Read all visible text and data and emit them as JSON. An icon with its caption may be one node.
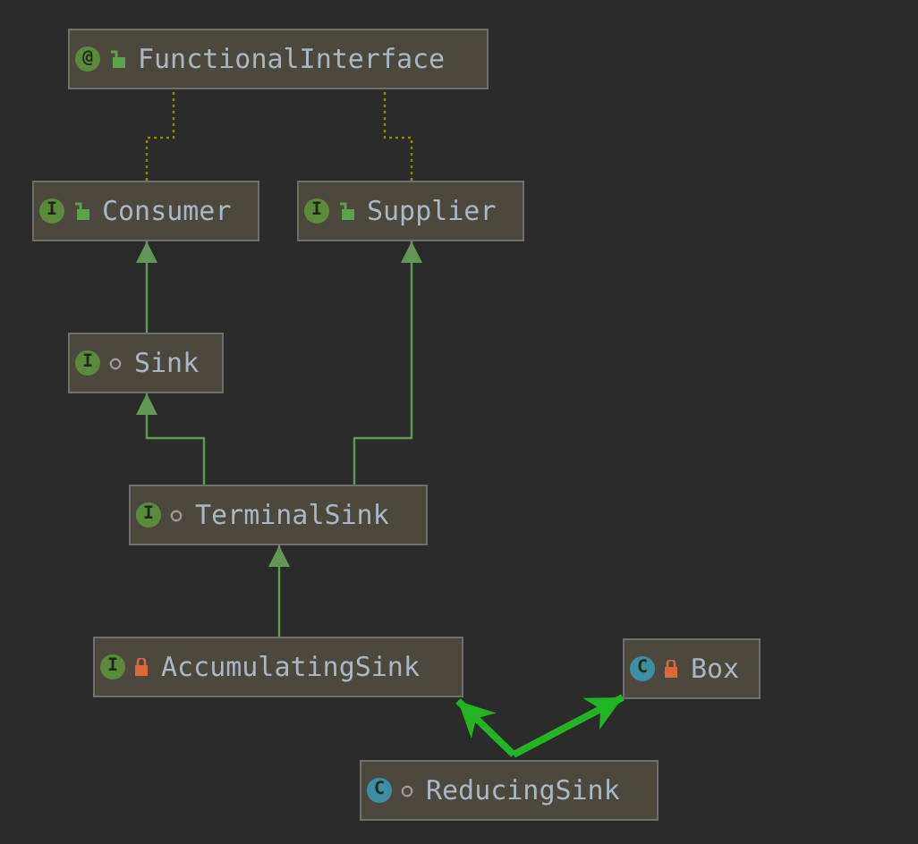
{
  "diagram": {
    "nodes": [
      {
        "text": [
          "@",
          "FunctionalInterface"
        ]
      },
      {
        "text": [
          "I",
          "Consumer"
        ]
      },
      {
        "text": [
          "I",
          "Supplier"
        ]
      },
      {
        "text": [
          "I",
          "Sink"
        ]
      },
      {
        "text": [
          "I",
          "TerminalSink"
        ]
      },
      {
        "text": [
          "I",
          "AccumulatingSink"
        ]
      },
      {
        "text": [
          "C",
          "Box"
        ]
      },
      {
        "text": [
          "C",
          "ReducingSink"
        ]
      }
    ],
    "edges": [
      {
        "from": 1,
        "to": 0,
        "arrow": "none",
        "style": "dashed",
        "color": "#8b8b00"
      },
      {
        "from": 2,
        "to": 0,
        "arrow": "none",
        "style": "dashed",
        "color": "#8b8b00"
      },
      {
        "from": 3,
        "to": 1,
        "arrow": "to"
      },
      {
        "from": 4,
        "to": 3,
        "arrow": "to"
      },
      {
        "from": 4,
        "to": 2,
        "arrow": "to"
      },
      {
        "from": 5,
        "to": 4,
        "arrow": "to"
      },
      {
        "from": 7,
        "to": 5,
        "arrow": "to",
        "style": "thick",
        "color": "#22b422"
      },
      {
        "from": 7,
        "to": 6,
        "arrow": "to",
        "style": "thick",
        "color": "#22b422"
      }
    ]
  }
}
